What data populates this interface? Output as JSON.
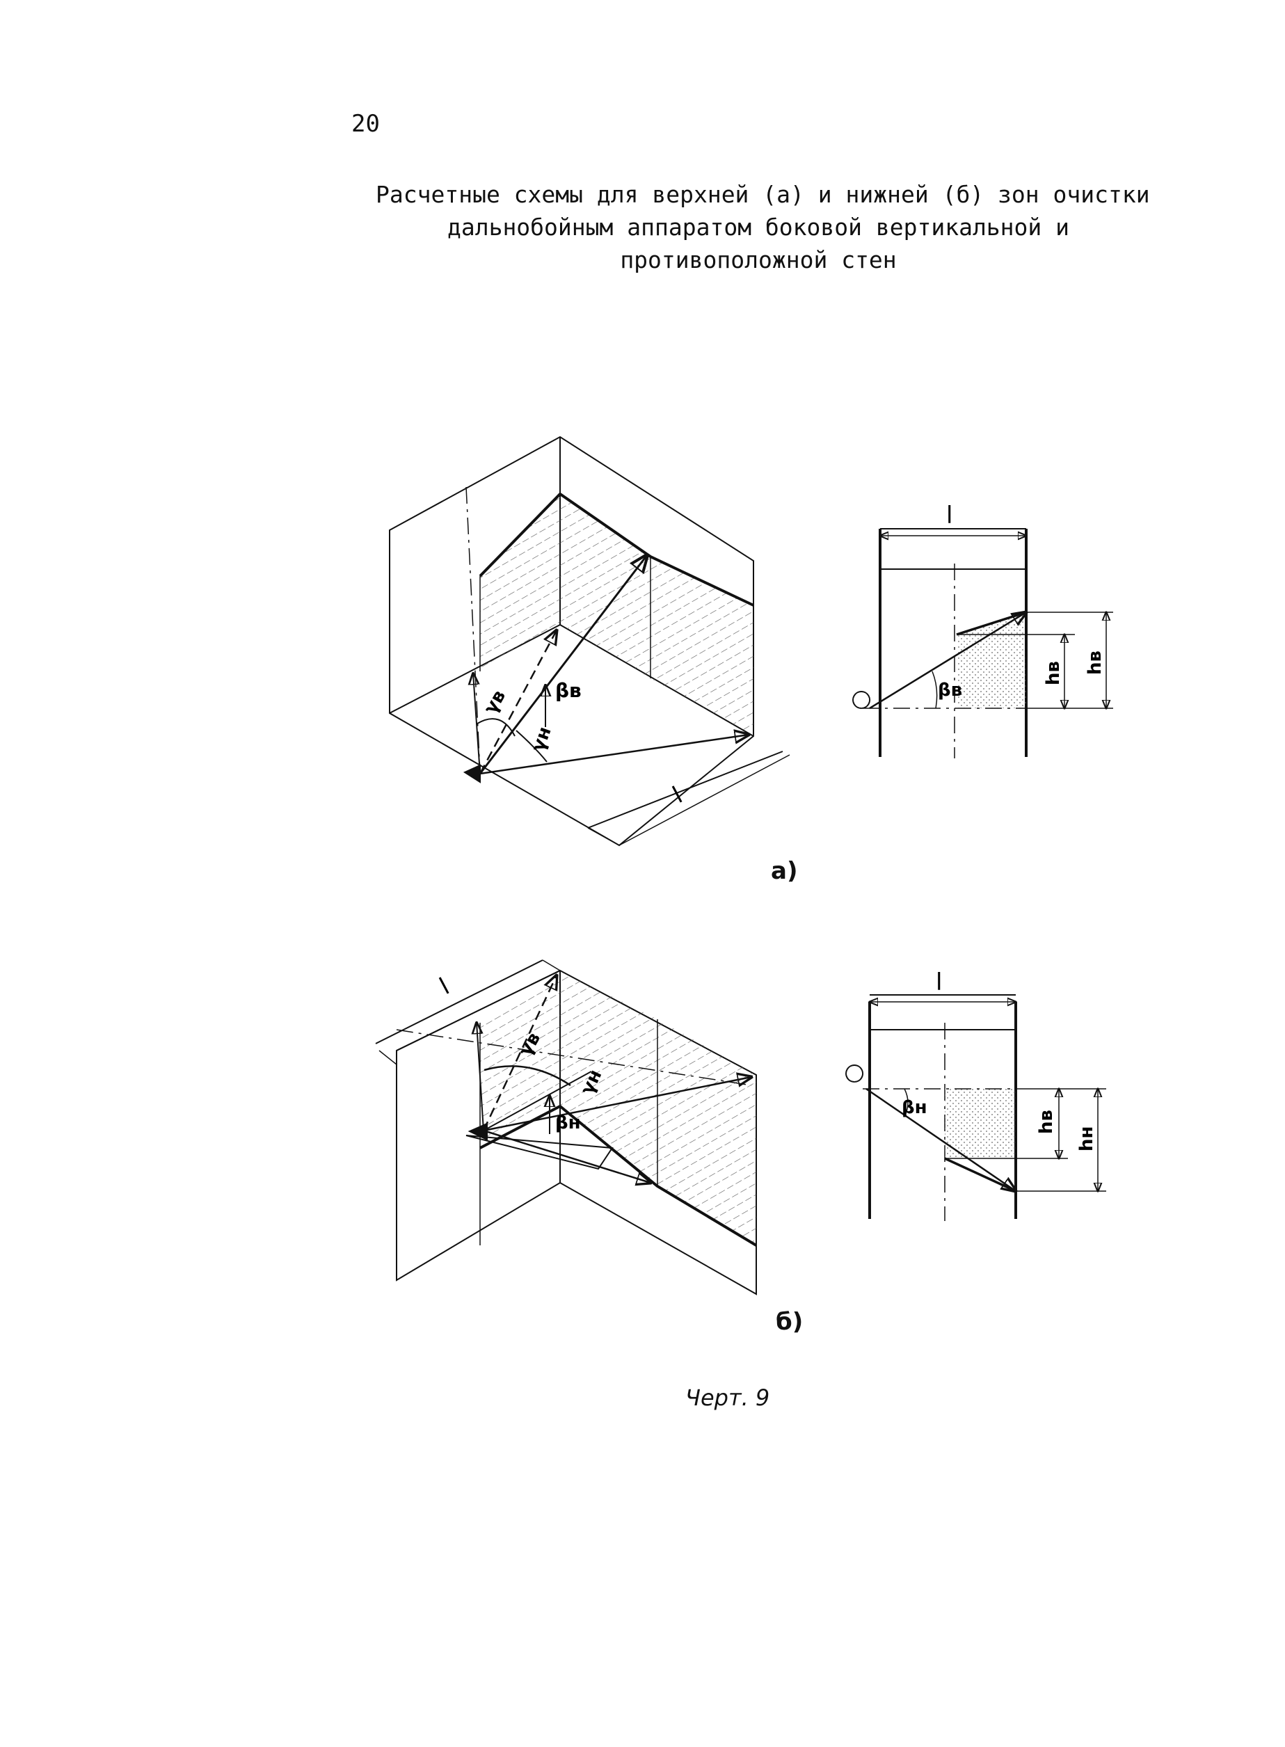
{
  "page": {
    "number": "20"
  },
  "title": {
    "lines": [
      "Расчетные схемы для верхней (а) и нижней (б) зон очистки",
      "дальнобойным аппаратом боковой вертикальной и",
      "противоположной стен"
    ]
  },
  "figure": {
    "caption": "Черт. 9",
    "part_a": {
      "label": "а)",
      "iso_labels": {
        "length": "l",
        "beta": "βв",
        "gamma_1": "γв",
        "gamma_2": "γн"
      },
      "side_labels": {
        "length": "l",
        "beta": "βв",
        "h_inner": "hв",
        "h_outer": "hв"
      }
    },
    "part_b": {
      "label": "б)",
      "iso_labels": {
        "length": "l",
        "beta": "βн",
        "gamma_1": "γв",
        "gamma_2": "γн"
      },
      "side_labels": {
        "length": "l",
        "beta": "βн",
        "h_inner": "hв",
        "h_outer": "hн"
      }
    }
  }
}
